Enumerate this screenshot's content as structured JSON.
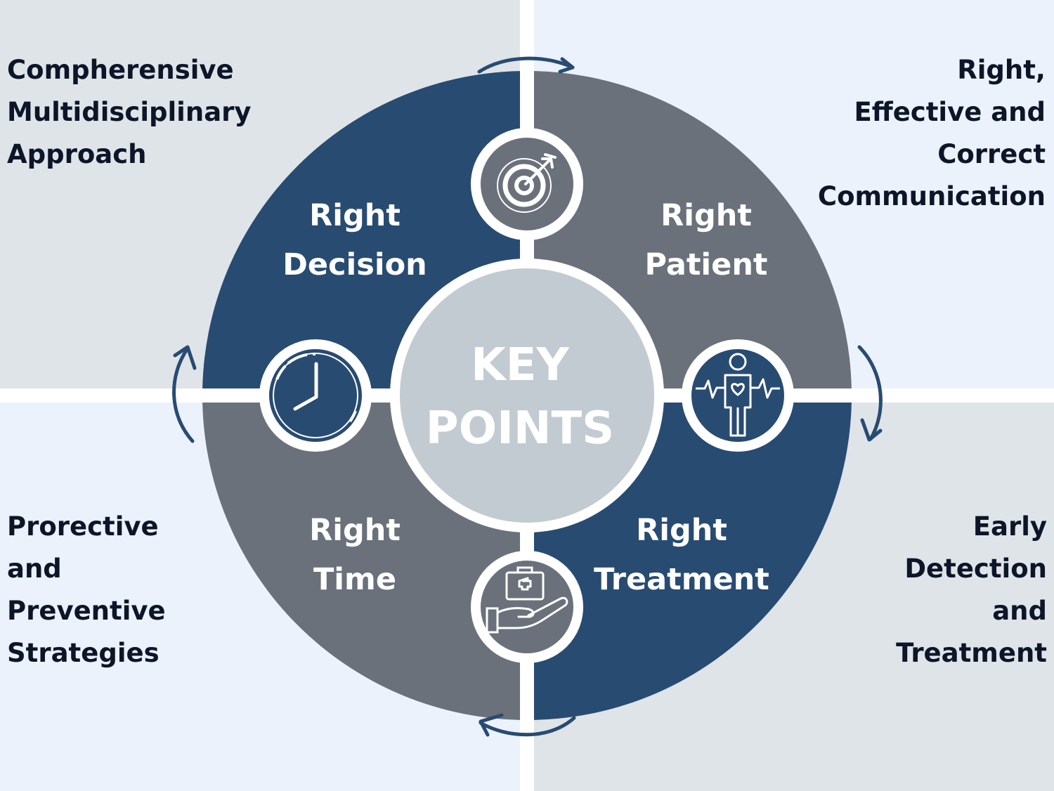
{
  "colors": {
    "navy": "#284b72",
    "gray": "#6a717b",
    "center_fill": "#c2cbd1",
    "quadrant_light_gray": "#dfe4e9",
    "quadrant_light_blue": "#ebf2fb",
    "text_dark": "#0d1628",
    "white": "#ffffff"
  },
  "center": {
    "line1": "KEY",
    "line2": "POINTS"
  },
  "segments": [
    {
      "id": "decision",
      "line1": "Right",
      "line2": "Decision",
      "color": "navy",
      "icon": "target-arrow-icon"
    },
    {
      "id": "patient",
      "line1": "Right",
      "line2": "Patient",
      "color": "gray",
      "icon": "patient-heartbeat-icon"
    },
    {
      "id": "treatment",
      "line1": "Right",
      "line2": "Treatment",
      "color": "navy",
      "icon": "hand-medical-kit-icon"
    },
    {
      "id": "time",
      "line1": "Right",
      "line2": "Time",
      "color": "gray",
      "icon": "clock-icon"
    }
  ],
  "corners": {
    "top_left": [
      "Compherensive",
      "Multidisciplinary",
      "Approach"
    ],
    "top_right": [
      "Right,",
      "Effective and",
      "Correct",
      "Communication"
    ],
    "bottom_left": [
      "Prorective",
      "and",
      "Preventive",
      "Strategies"
    ],
    "bottom_right": [
      "Early",
      "Detection",
      "and",
      "Treatment"
    ]
  },
  "arrows": {
    "direction": "clockwise"
  }
}
